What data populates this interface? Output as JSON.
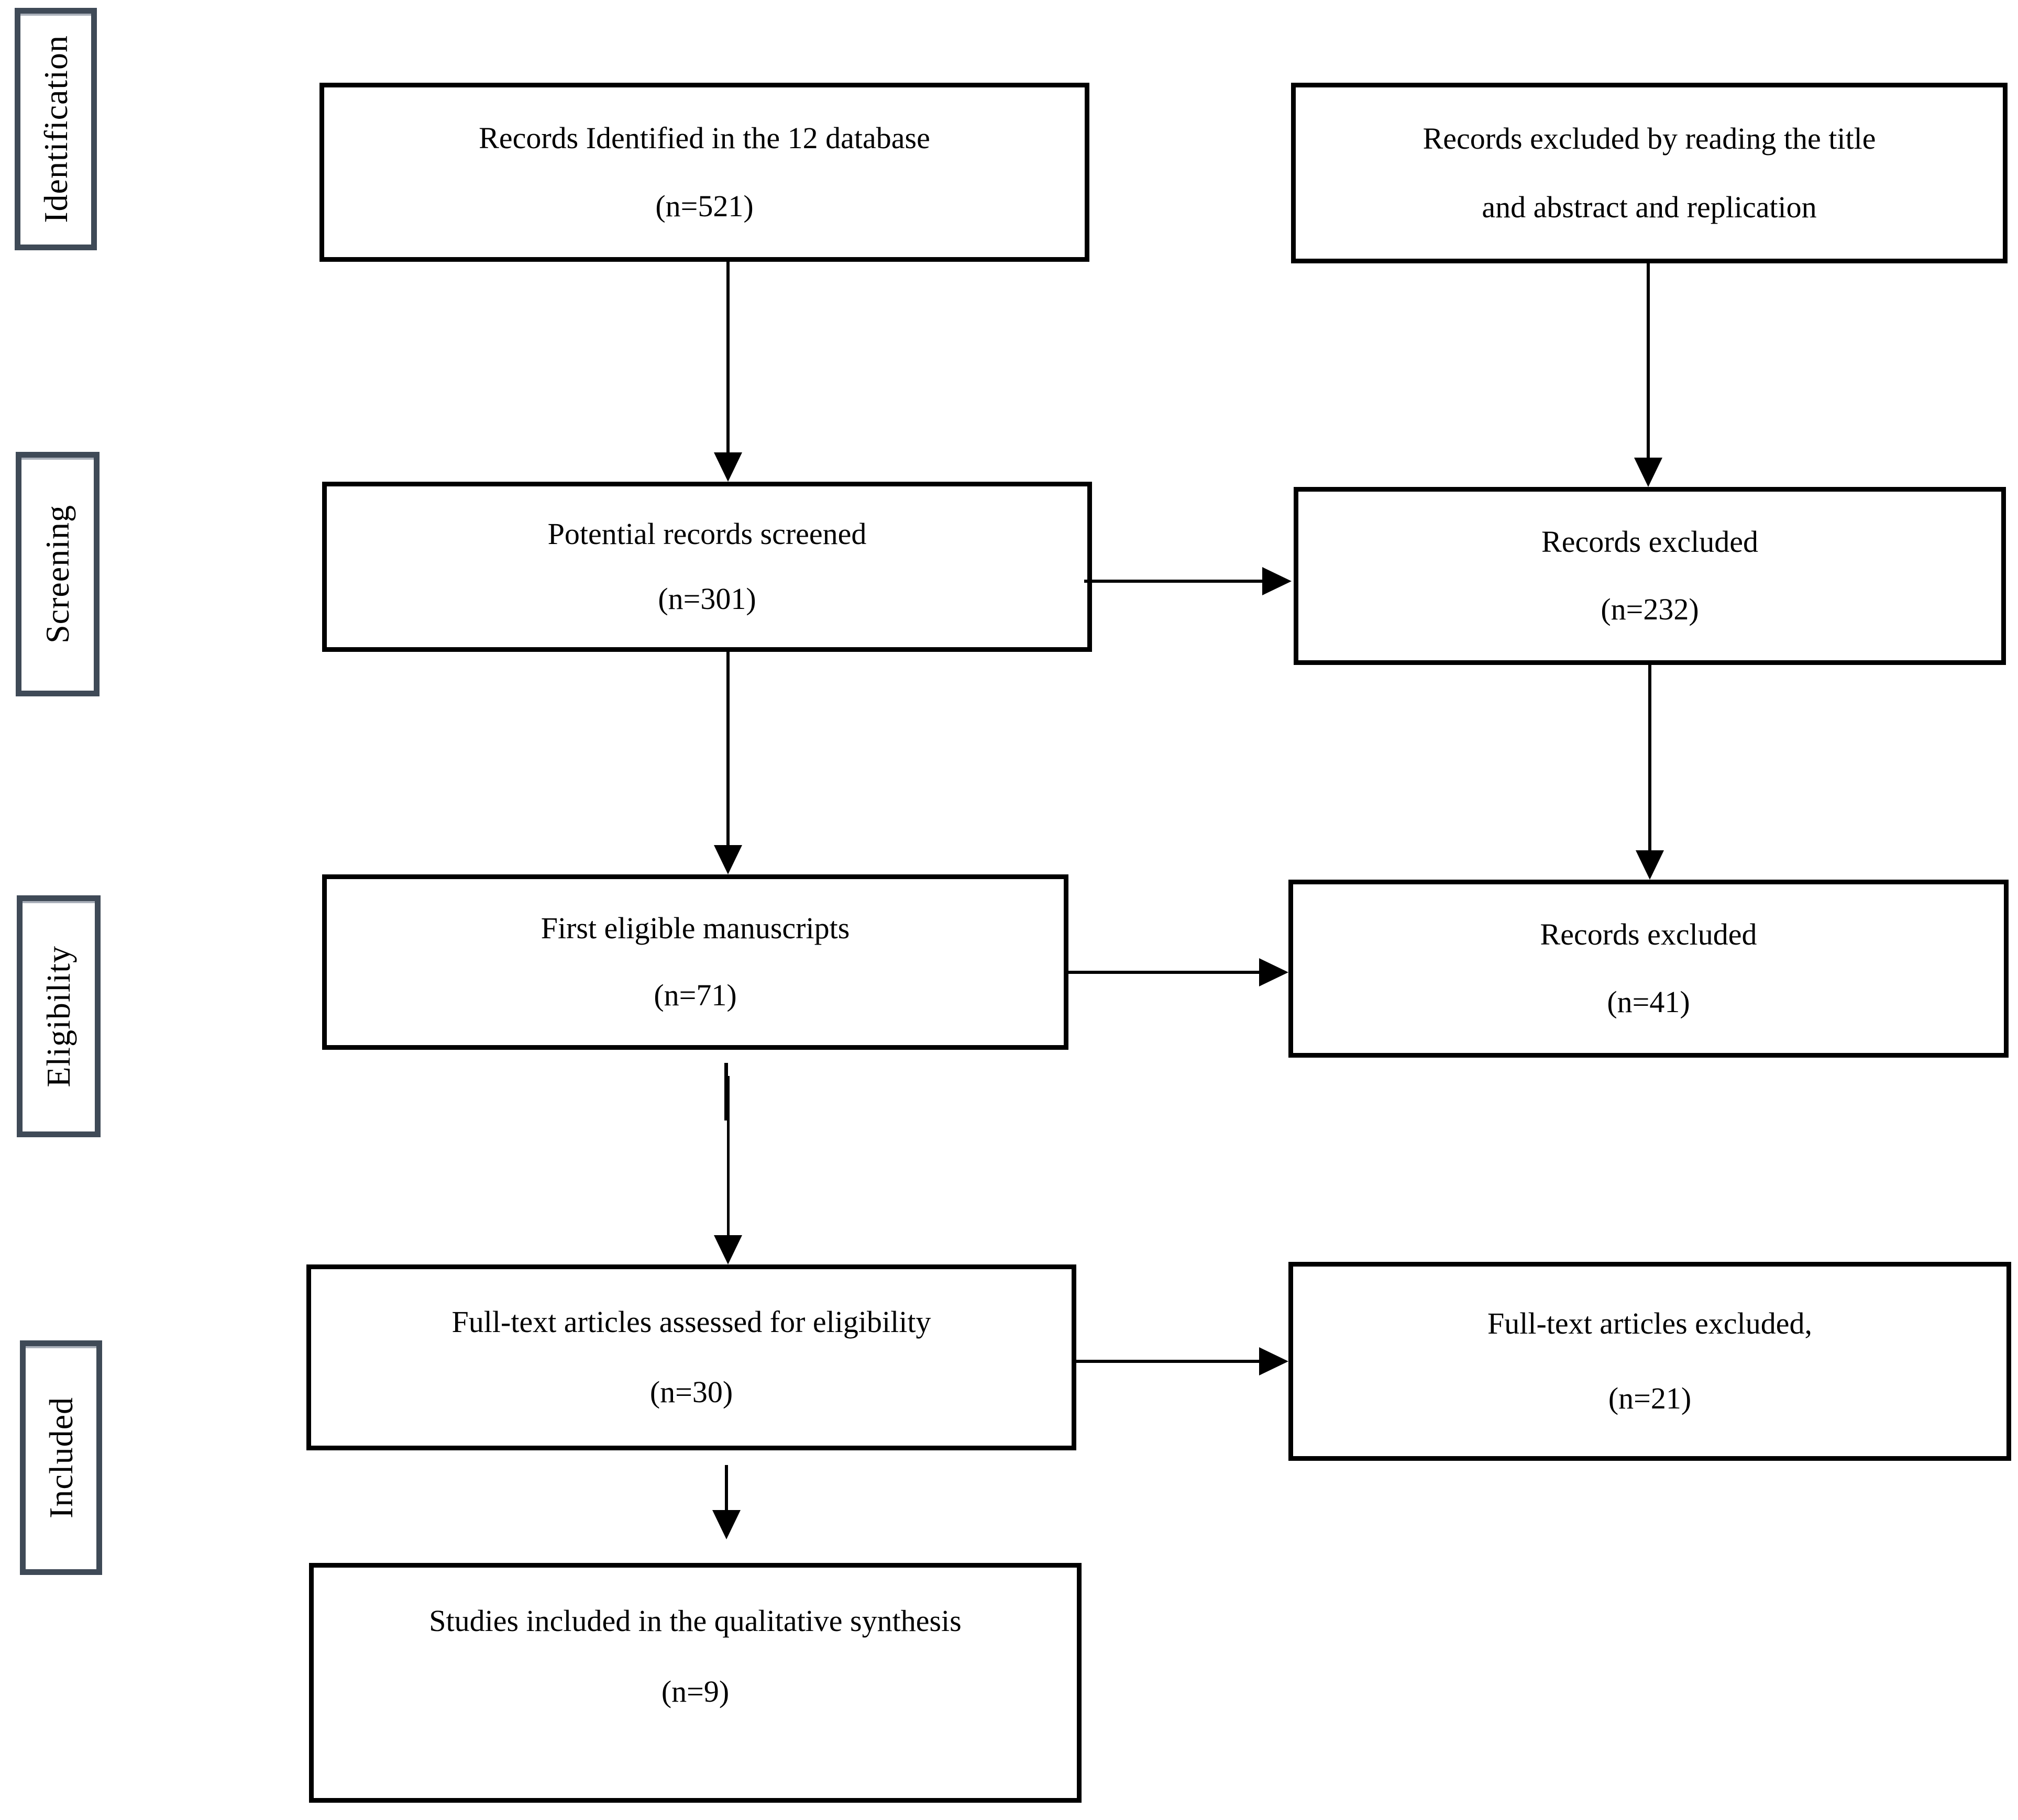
{
  "stages": [
    {
      "label": "Identification"
    },
    {
      "label": "Screening"
    },
    {
      "label": "Eligibility"
    },
    {
      "label": "Included"
    }
  ],
  "flow": {
    "main": [
      {
        "line1": "Records Identified in the 12 database",
        "line2": "(n=521)"
      },
      {
        "line1": "Potential records screened",
        "line2": "(n=301)"
      },
      {
        "line1": "First eligible manuscripts",
        "line2": "(n=71)"
      },
      {
        "line1": "Full-text articles assessed for eligibility",
        "line2": "(n=30)"
      },
      {
        "line1": "Studies included in the qualitative synthesis",
        "line2": "(n=9)"
      }
    ],
    "side": [
      {
        "line1": "Records excluded by reading the title",
        "line2": "and abstract and replication"
      },
      {
        "line1": "Records excluded",
        "line2": "(n=232)"
      },
      {
        "line1": "Records excluded",
        "line2": "(n=41)"
      },
      {
        "line1": "Full-text articles excluded,",
        "line2": "(n=21)"
      }
    ]
  },
  "colors": {
    "stage_border": "#3f4a57",
    "box_border": "#000000",
    "arrow": "#000000",
    "background": "#ffffff"
  }
}
